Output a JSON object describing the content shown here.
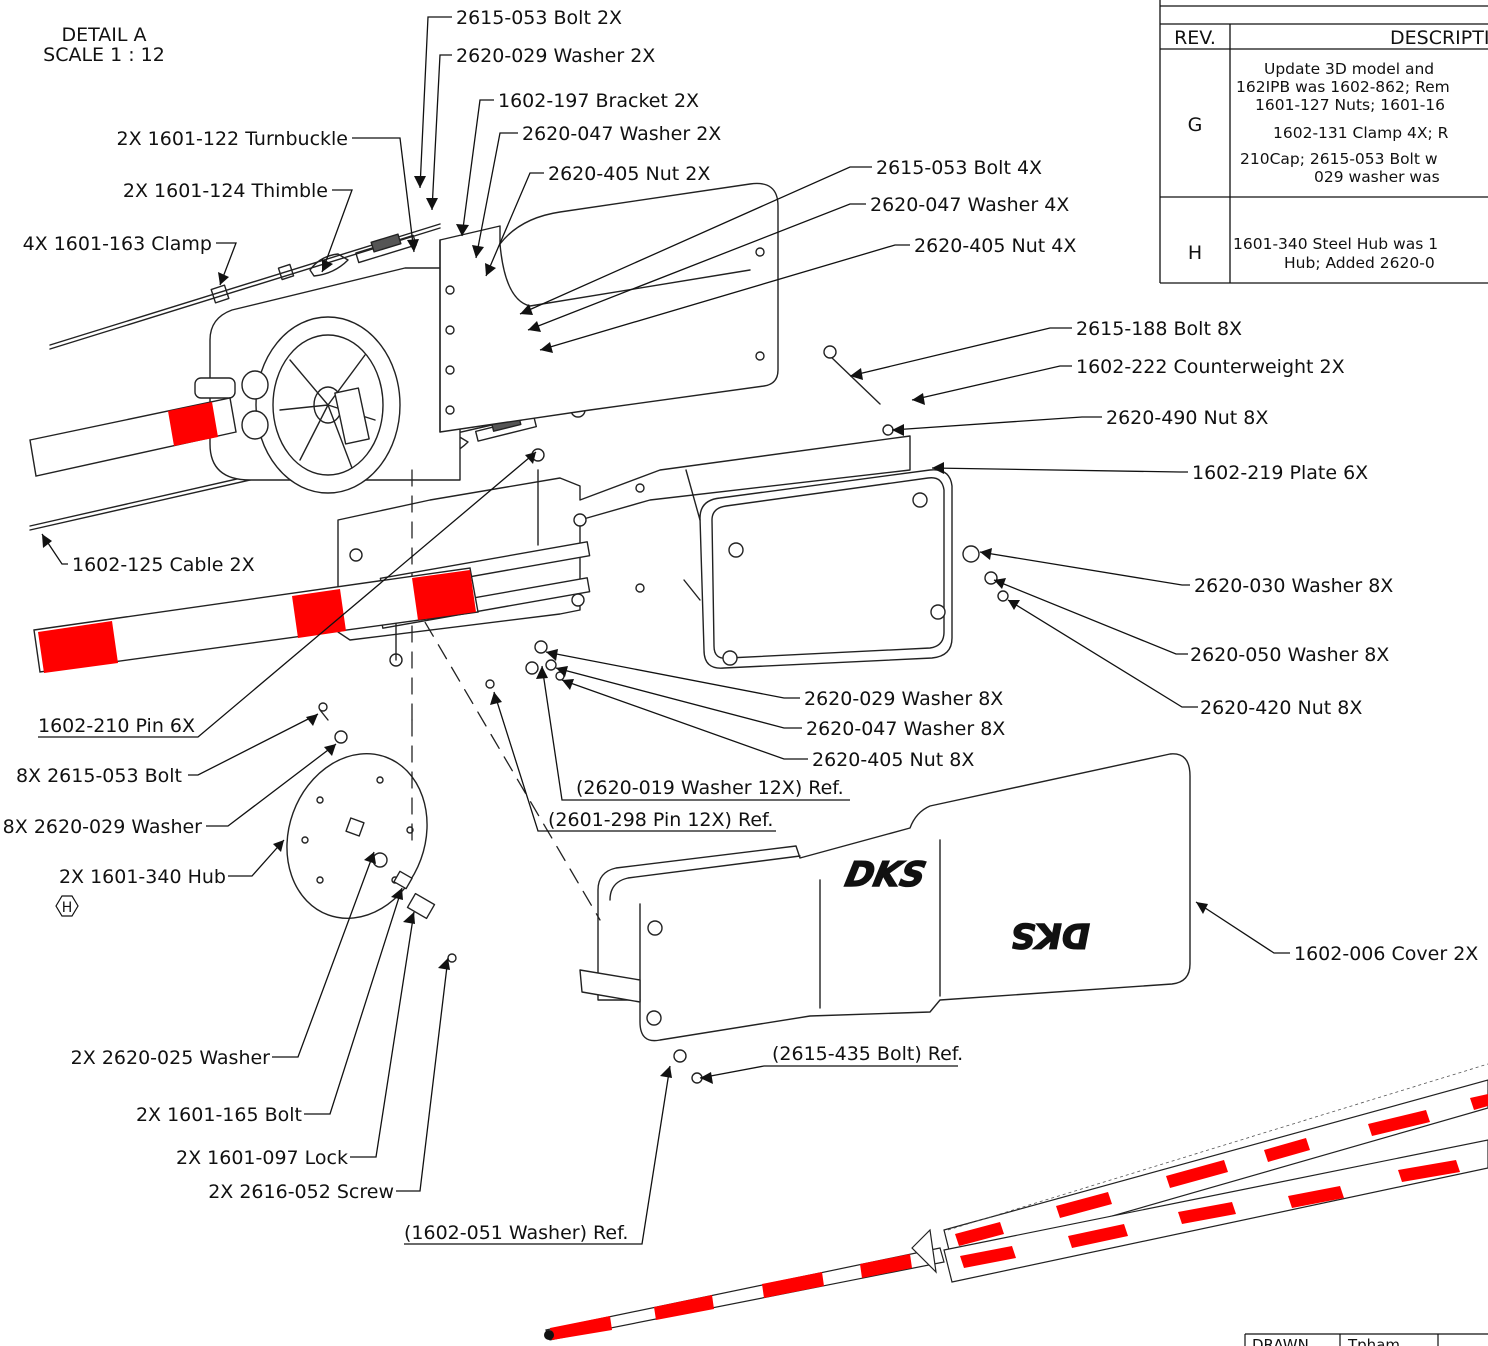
{
  "detail": {
    "line1": "DETAIL A",
    "line2": "SCALE 1 : 12"
  },
  "callouts": {
    "bolt_2615_053_2x": "2615-053 Bolt  2X",
    "washer_2620_029_2x": "2620-029 Washer  2X",
    "bracket_1602_197_2x": "1602-197 Bracket  2X",
    "washer_2620_047_2x": "2620-047 Washer  2X",
    "nut_2620_405_2x": "2620-405 Nut  2X",
    "turnbuckle": "2X  1601-122 Turnbuckle",
    "thimble": "2X  1601-124 Thimble",
    "clamp_1601_163": "4X  1601-163 Clamp",
    "bolt_2615_053_4x": "2615-053 Bolt  4X",
    "washer_2620_047_4x": "2620-047 Washer  4X",
    "nut_2620_405_4x": "2620-405 Nut  4X",
    "bolt_2615_188": "2615-188 Bolt  8X",
    "counterweight": "1602-222 Counterweight  2X",
    "nut_2620_490": "2620-490 Nut  8X",
    "plate_1602_219": "1602-219 Plate  6X",
    "cable_1602_125": "1602-125 Cable  2X",
    "washer_2620_030": "2620-030 Washer  8X",
    "washer_2620_050": "2620-050 Washer  8X",
    "nut_2620_420": "2620-420 Nut  8X",
    "pin_1602_210": "1602-210 Pin  6X",
    "washer_2620_029_8x": "2620-029 Washer  8X",
    "washer_2620_047_8x": "2620-047 Washer  8X",
    "nut_2620_405_8x": "2620-405 Nut  8X",
    "bolt_2615_053_8x": "8X  2615-053 Bolt",
    "washer_2620_029_8x_left": "8X  2620-029 Washer",
    "washer_2620_019_ref": "(2620-019 Washer 12X) Ref.",
    "pin_2601_298_ref": "(2601-298 Pin 12X) Ref.",
    "hub_1601_340": "2X  1601-340 Hub",
    "rev_tag": "H",
    "cover_1602_006": "1602-006 Cover  2X",
    "washer_2620_025": "2X  2620-025 Washer",
    "bolt_2615_435_ref": "(2615-435 Bolt) Ref.",
    "bolt_1601_165": "2X  1601-165 Bolt",
    "lock_1601_097": "2X  1601-097 Lock",
    "screw_2616_052": "2X  2616-052 Screw",
    "washer_1602_051_ref": "(1602-051 Washer) Ref."
  },
  "logos": {
    "top": "DKS",
    "bottom": "DKS"
  },
  "revision_table": {
    "headers": [
      "REV.",
      "DESCRIPTI"
    ],
    "rows": [
      {
        "rev": "G",
        "lines": [
          "Update 3D model and",
          "162IPB was 1602-862; Rem",
          "1601-127 Nuts; 1601-16",
          "1602-131 Clamp 4X; R",
          "210Cap; 2615-053 Bolt w",
          "029 washer was"
        ]
      },
      {
        "rev": "H",
        "lines": [
          "1601-340 Steel Hub was 1",
          "Hub; Added 2620-0"
        ]
      }
    ]
  },
  "title_block": {
    "drawn_label": "DRAWN",
    "drawn_value": "Tpham"
  },
  "colors": {
    "stripe": "#ff0000",
    "line": "#111111",
    "background": "#ffffff"
  }
}
